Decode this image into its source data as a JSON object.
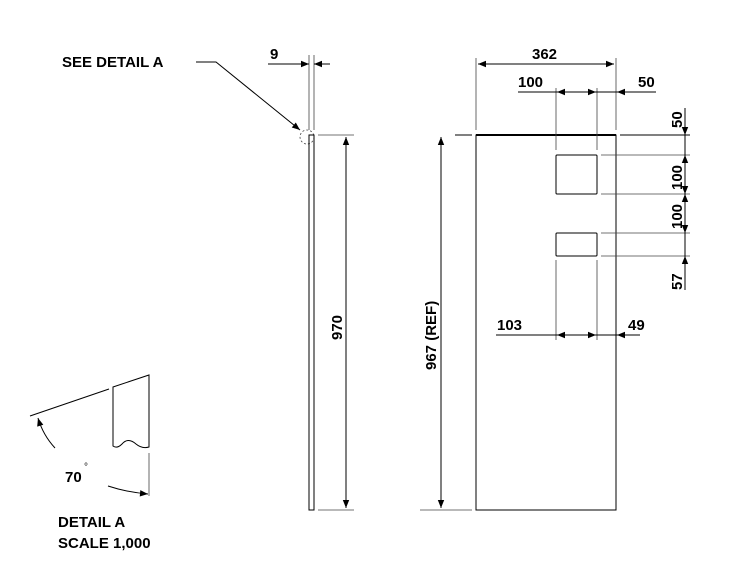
{
  "callout": {
    "see_detail": "SEE DETAIL  A"
  },
  "side_view": {
    "thickness": "9",
    "height": "970"
  },
  "front_view": {
    "width": "362",
    "hole_width": "100",
    "hole_right_offset": "50",
    "top_offset": "50",
    "square_hole_height": "100",
    "gap_between_holes": "100",
    "slot_height": "57",
    "slot_width": "103",
    "slot_right_offset": "49",
    "height_ref": "967 (REF)"
  },
  "detail": {
    "angle": "70",
    "degree_symbol": "°",
    "title": "DETAIL  A",
    "scale": "SCALE  1,000"
  }
}
